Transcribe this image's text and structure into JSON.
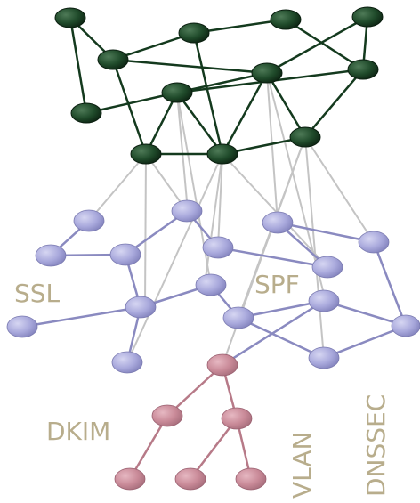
{
  "labels": {
    "ssl": "SSL",
    "spf": "SPF",
    "dkim": "DKIM",
    "vlan": "VLAN",
    "dnssec": "DNSSEC"
  },
  "colors": {
    "top_layer_node": "#1f4a2a",
    "top_layer_edge": "#143a1e",
    "middle_layer_node": "#a9a9dc",
    "middle_layer_edge": "#8a8ac0",
    "bottom_layer_node": "#c98a98",
    "bottom_layer_edge": "#b77a88",
    "cross_layer_edge": "#c4c4c4",
    "crutch": "#c6b48a",
    "label_text": "#b8ad8c"
  },
  "diagram": {
    "layers": [
      "top",
      "middle",
      "bottom"
    ],
    "icons": [
      "crutch-icon"
    ]
  }
}
